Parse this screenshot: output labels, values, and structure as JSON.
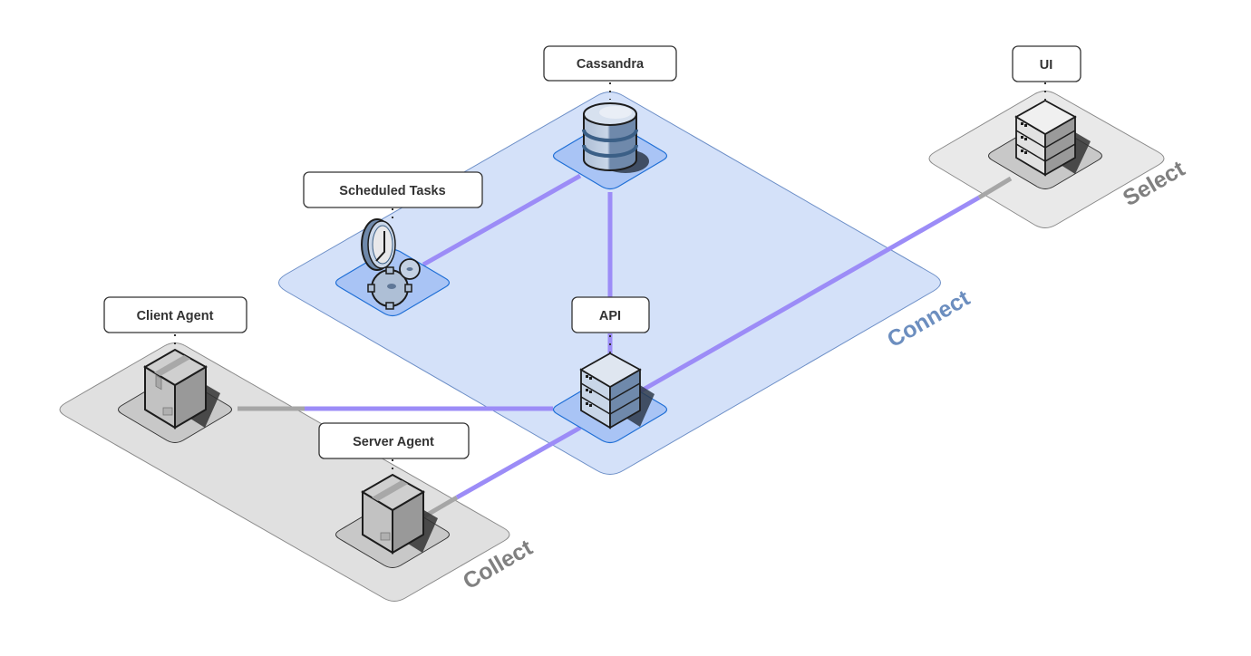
{
  "diagram": {
    "colors": {
      "connect_fill": "#d4e1f9",
      "connect_stroke": "#6d8fc7",
      "connect_label": "#6c8ebf",
      "gray_fill": "#e3e3e3",
      "gray_stroke": "#8a8a8a",
      "gray_label": "#808080",
      "edge_active": "#9c8cf7",
      "edge_inactive": "#a6a6a6",
      "node_pad_blue": "#a9c4f5",
      "node_pad_blue_stroke": "#1f6fd6",
      "node_pad_gray": "#c4c4c4"
    },
    "groups": [
      {
        "id": "connect",
        "label": "Connect"
      },
      {
        "id": "select",
        "label": "Select"
      },
      {
        "id": "collect",
        "label": "Collect"
      }
    ],
    "nodes": [
      {
        "id": "cassandra",
        "label": "Cassandra",
        "icon": "database-icon",
        "group": "connect"
      },
      {
        "id": "scheduled_tasks",
        "label": "Scheduled Tasks",
        "icon": "clock-gears-icon",
        "group": "connect"
      },
      {
        "id": "api",
        "label": "API",
        "icon": "server-icon",
        "group": "connect"
      },
      {
        "id": "ui",
        "label": "UI",
        "icon": "server-icon",
        "group": "select"
      },
      {
        "id": "client_agent",
        "label": "Client Agent",
        "icon": "package-icon",
        "group": "collect"
      },
      {
        "id": "server_agent",
        "label": "Server Agent",
        "icon": "package-icon",
        "group": "collect"
      }
    ],
    "edges": [
      {
        "from": "scheduled_tasks",
        "to": "cassandra"
      },
      {
        "from": "cassandra",
        "to": "api"
      },
      {
        "from": "api",
        "to": "ui"
      },
      {
        "from": "client_agent",
        "to": "api"
      },
      {
        "from": "server_agent",
        "to": "api"
      }
    ]
  }
}
